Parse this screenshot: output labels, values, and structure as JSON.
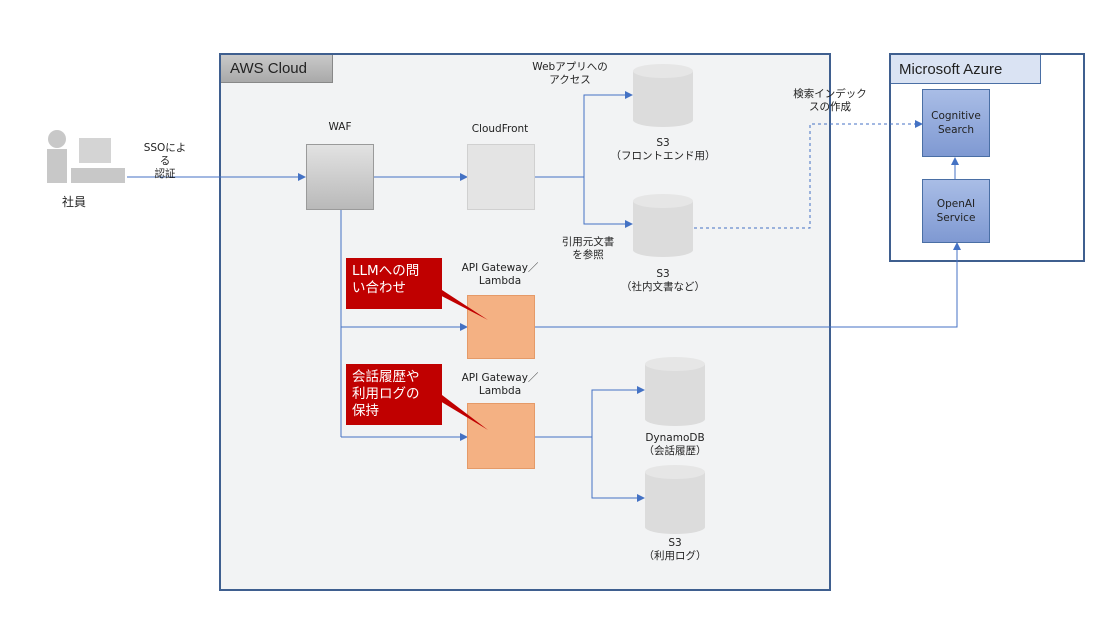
{
  "user": {
    "label": "社員",
    "sso_label": "SSOによる\n認証"
  },
  "aws": {
    "title": "AWS Cloud",
    "waf": "WAF",
    "cloudfront": "CloudFront",
    "web_access": "Webアプリへの\nアクセス",
    "s3_frontend": "S3\n（フロントエンド用）",
    "cite_label": "引用元文書\nを参照",
    "s3_docs": "S3\n（社内文書など）",
    "api1": "API Gateway／\nLambda",
    "api2": "API Gateway／\nLambda",
    "callout1": "LLMへの問\nい合わせ",
    "callout2": "会話履歴や\n利用ログの\n保持",
    "dynamodb": "DynamoDB\n（会話履歴）",
    "s3_logs": "S3\n（利用ログ）"
  },
  "azure": {
    "title": "Microsoft Azure",
    "index_label": "検索インデック\nスの作成",
    "cognitive": "Cognitive\nSearch",
    "openai": "OpenAI\nService"
  },
  "colors": {
    "arrow": "#4472c4",
    "callout": "#c00000",
    "orange": "#f4b183",
    "azure_service": "#8fa9dc"
  }
}
